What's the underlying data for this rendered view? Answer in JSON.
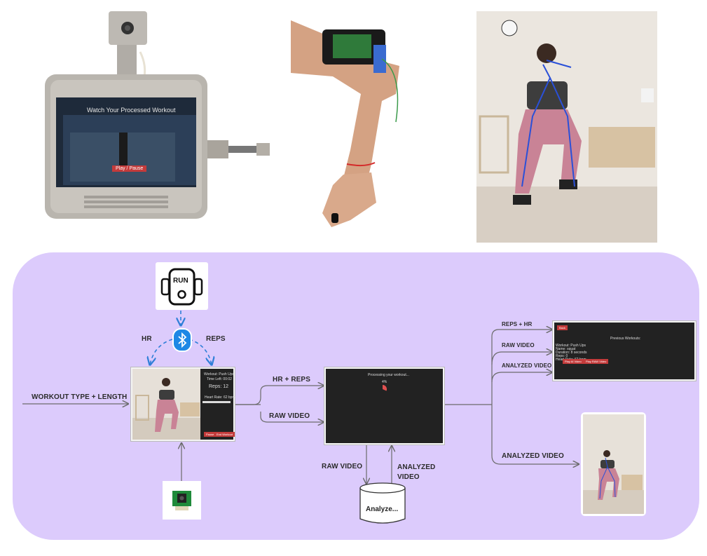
{
  "top": {
    "device_screen_title": "Watch Your Processed Workout",
    "device_button": "Play / Pause"
  },
  "diagram": {
    "input_label": "WORKOUT TYPE + LENGTH",
    "hr_label": "HR",
    "reps_label": "REPS",
    "armband_icon_text": "RUN",
    "device": {
      "workout_type": "Workout: Push Ups",
      "time_left": "Time Left: 00:02",
      "reps": "Reps: 12",
      "heart_rate": "Heart Rate: 62 bpm",
      "pause_btn": "Pause",
      "end_btn": "End Workout"
    },
    "to_server_top": "HR + REPS",
    "to_server_bottom": "RAW VIDEO",
    "processing": {
      "text": "Processing your workout...",
      "percent": "4%"
    },
    "storage_down": "RAW VIDEO",
    "storage_up": "ANALYZED VIDEO",
    "storage_label": "Analyze...",
    "out_reps_hr": "REPS + HR",
    "out_raw": "RAW VIDEO",
    "out_analyzed": "ANALYZED VIDEO",
    "out_analyzed_bottom": "ANALYZED VIDEO",
    "history": {
      "back": "Back",
      "title": "Previous Workouts:",
      "lines": [
        "Workout: Push Ups",
        "Name: squat",
        "Duration: 8 seconds",
        "Reps: 0",
        "Heart Rate: 62 bpm"
      ],
      "btn1": "Play AI Video",
      "btn2": "Play RAW Video"
    }
  },
  "colors": {
    "panel": "#dccbfc",
    "arrow": "#6b6b6b",
    "bluetooth": "#1e88e5",
    "dashed": "#2f7fd8",
    "button_red": "#c43b3b"
  }
}
